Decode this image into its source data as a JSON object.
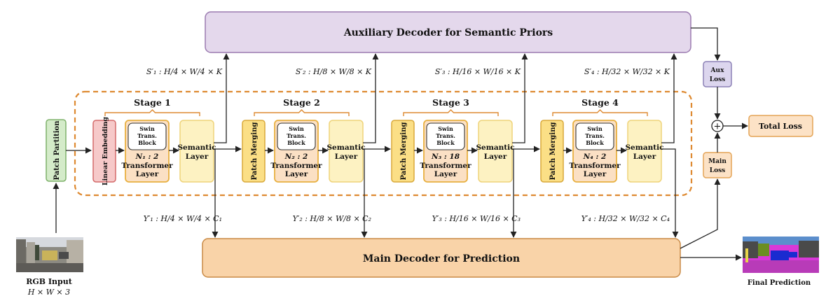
{
  "title": "",
  "aux_decoder_label": "Auxiliary Decoder for Semantic Priors",
  "main_decoder_label": "Main Decoder for Prediction",
  "patch_partition_label": "Patch Partition",
  "linear_embedding_label": "Linear Embedding",
  "patch_merging_label": "Patch Merging",
  "swin_block_label": [
    "Swin",
    "Trans.",
    "Block"
  ],
  "transformer_layer_label": [
    "Transformer",
    "Layer"
  ],
  "semantic_layer_label": [
    "Semantic",
    "Layer"
  ],
  "aux_loss_label": [
    "Aux",
    "Loss"
  ],
  "main_loss_label": [
    "Main",
    "Loss"
  ],
  "total_loss_label": "Total Loss",
  "plus_symbol": "+",
  "rgb_input_label": "RGB Input",
  "rgb_input_dims": "H × W × 3",
  "final_prediction_label": "Final Prediction",
  "stages": [
    {
      "title": "Stage 1",
      "layer_count": "N₁ : 2",
      "s_label": "S′₁ : H/4 × W/4 × K",
      "y_label": "Y′₁ : H/4 × W/4 × C₁"
    },
    {
      "title": "Stage 2",
      "layer_count": "N₂ : 2",
      "s_label": "S′₂ : H/8 × W/8 × K",
      "y_label": "Y′₂ : H/8 × W/8 × C₂"
    },
    {
      "title": "Stage 3",
      "layer_count": "N₃ : 18",
      "s_label": "S′₃ : H/16 × W/16 × K",
      "y_label": "Y′₃ : H/16 × W/16 × C₃"
    },
    {
      "title": "Stage 4",
      "layer_count": "N₄ : 2",
      "s_label": "S′₄ : H/32 × W/32 × K",
      "y_label": "Y′₄ : H/32 × W/32 × C₄"
    }
  ],
  "colors": {
    "aux_fill": "#e4d8ec",
    "aux_stroke": "#9b7bb0",
    "main_fill": "#f9d3a8",
    "main_stroke": "#c98a45",
    "patch_fill": "#d4ebc9",
    "patch_stroke": "#7fb26b",
    "embed_fill": "#f6c9c9",
    "embed_stroke": "#d46a6a",
    "merge_fill": "#fbdf86",
    "merge_stroke": "#d9a93a",
    "tl_fill": "#fbe0c4",
    "tl_stroke": "#e8b040",
    "sem_fill": "#fdf2c2",
    "sem_stroke": "#efd37a",
    "loss_fill": "#fce2c6",
    "loss_stroke": "#e4a457",
    "auxloss_fill": "#dcd6ee",
    "auxloss_stroke": "#8b80b5",
    "dash": "#de8a32"
  }
}
